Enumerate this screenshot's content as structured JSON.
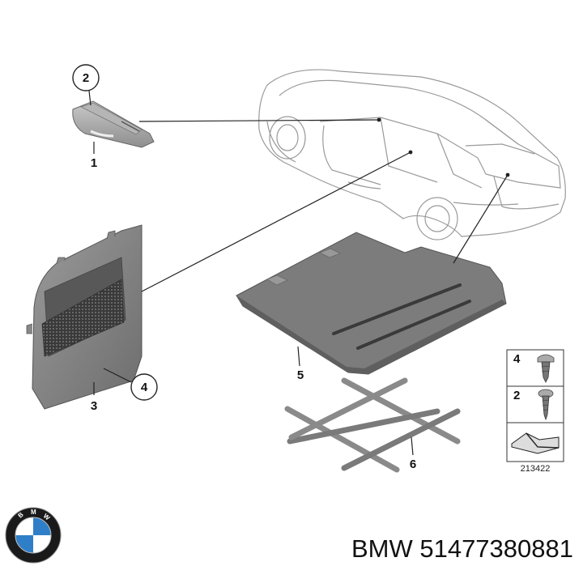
{
  "diagram": {
    "reference_number": "213422",
    "callouts": [
      {
        "id": "c2",
        "label": "2",
        "circled": true
      },
      {
        "id": "c1",
        "label": "1",
        "circled": false
      },
      {
        "id": "c4",
        "label": "4",
        "circled": true
      },
      {
        "id": "c3",
        "label": "3",
        "circled": false
      },
      {
        "id": "c5",
        "label": "5",
        "circled": false
      },
      {
        "id": "c6",
        "label": "6",
        "circled": false
      }
    ],
    "fastener_legend": [
      {
        "label": "4",
        "icon": "clip-rivet-icon"
      },
      {
        "label": "2",
        "icon": "screw-icon"
      },
      {
        "label": "",
        "icon": "tool-bracket-icon"
      }
    ],
    "logo": {
      "brand": "bmw-roundel-icon",
      "colors": {
        "blue": "#2f7fc8",
        "ring": "#1a1a1a",
        "white": "#ffffff"
      }
    }
  },
  "footer": {
    "brand": "BMW",
    "part_number": "51477380881"
  }
}
